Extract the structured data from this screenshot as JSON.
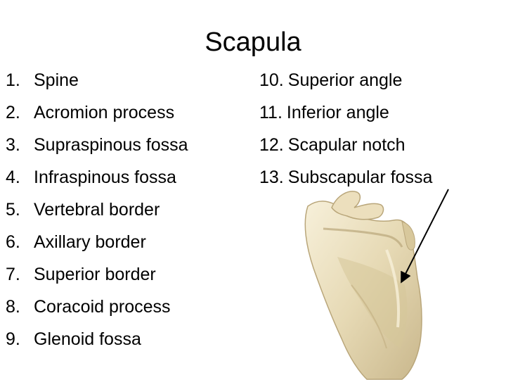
{
  "slide": {
    "title": "Scapula",
    "left_items": [
      {
        "num": "1.",
        "label": "Spine"
      },
      {
        "num": "2.",
        "label": "Acromion process"
      },
      {
        "num": "3.",
        "label": "Supraspinous fossa"
      },
      {
        "num": "4.",
        "label": "Infraspinous fossa"
      },
      {
        "num": "5.",
        "label": "Vertebral border"
      },
      {
        "num": "6.",
        "label": "Axillary border"
      },
      {
        "num": "7.",
        "label": "Superior border"
      },
      {
        "num": "8.",
        "label": "Coracoid process"
      },
      {
        "num": "9.",
        "label": "Glenoid fossa"
      }
    ],
    "right_items": [
      {
        "num": "10.",
        "label": "Superior angle"
      },
      {
        "num": "11.",
        "label": "Inferior angle"
      },
      {
        "num": "12.",
        "label": "Scapular notch"
      },
      {
        "num": "13.",
        "label": "Subscapular fossa"
      }
    ]
  },
  "colors": {
    "bone_fill": "#e6d9b4",
    "bone_shadow": "#b9a67a",
    "bone_highlight": "#f7f0da",
    "arrow": "#000000"
  }
}
